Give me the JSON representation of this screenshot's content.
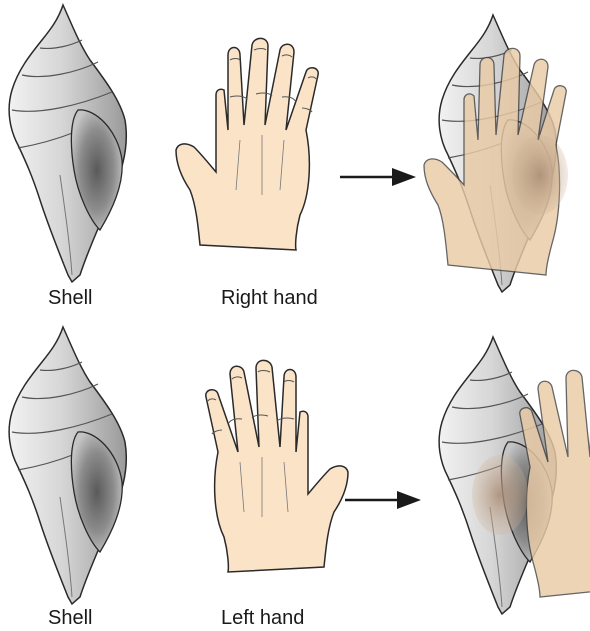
{
  "labels": {
    "shell_top": "Shell",
    "right_hand": "Right hand",
    "shell_bottom": "Shell",
    "left_hand": "Left hand"
  },
  "colors": {
    "shell_light": "#eeeeee",
    "shell_dark": "#8e8e8e",
    "skin": "#fbe3c8",
    "outline": "#2a2a2a",
    "overlay_skin": "#e9cba6"
  }
}
